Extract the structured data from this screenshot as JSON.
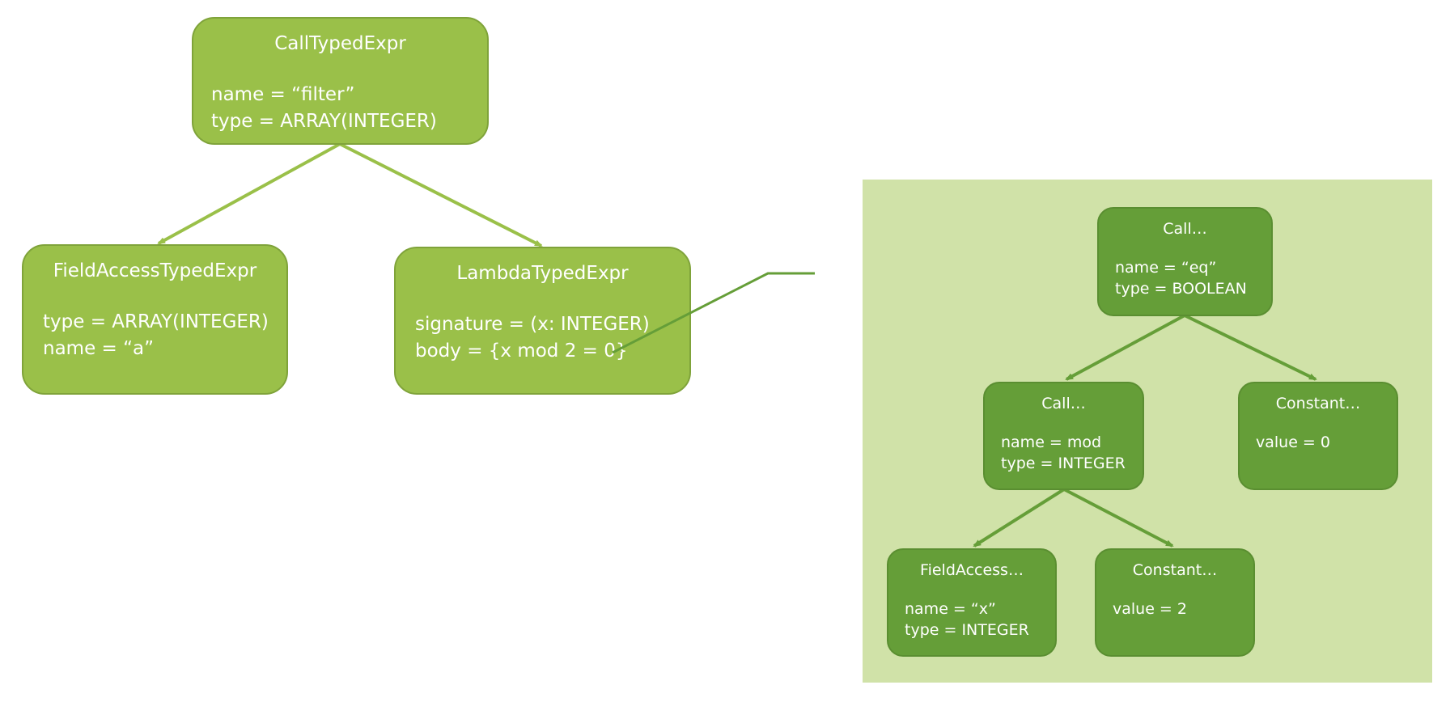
{
  "diagram": {
    "main_tree": {
      "root": {
        "title": "CallTypedExpr",
        "lines": [
          "name = “filter”",
          "type = ARRAY(INTEGER)"
        ]
      },
      "left_child": {
        "title": "FieldAccessTypedExpr",
        "lines": [
          "type = ARRAY(INTEGER)",
          "name = “a”"
        ]
      },
      "right_child": {
        "title": "LambdaTypedExpr",
        "lines": [
          "signature = (x: INTEGER)",
          "body = {x mod 2 = 0}"
        ]
      }
    },
    "lambda_body_tree": {
      "root": {
        "title": "Call…",
        "lines": [
          "name = “eq”",
          "type = BOOLEAN"
        ]
      },
      "call_mod": {
        "title": "Call…",
        "lines": [
          "name = mod",
          "type = INTEGER"
        ]
      },
      "constant_zero": {
        "title": "Constant…",
        "lines": [
          "value = 0"
        ]
      },
      "field_access_x": {
        "title": "FieldAccess…",
        "lines": [
          "name = “x”",
          "type = INTEGER"
        ]
      },
      "constant_two": {
        "title": "Constant…",
        "lines": [
          "value = 2"
        ]
      }
    },
    "colors": {
      "main_node_fill": "#9ac049",
      "main_node_border": "#7fa33a",
      "body_node_fill": "#659e38",
      "body_node_border": "#5a8e31",
      "panel_fill": "#d0e2a8",
      "main_edge": "#9ac049",
      "body_edge": "#659e38"
    }
  }
}
